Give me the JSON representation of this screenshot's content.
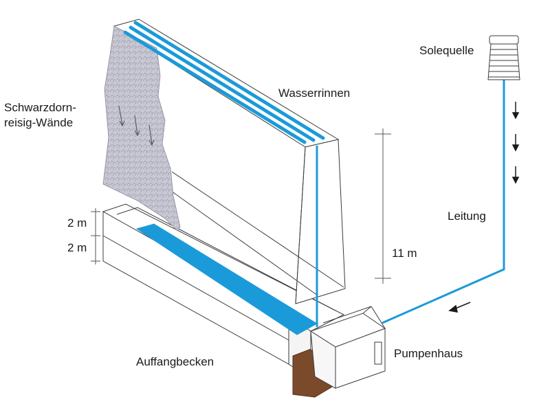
{
  "labels": {
    "solequelle": "Solequelle",
    "wasserrinnen": "Wasserrinnen",
    "schwarzdorn_line1": "Schwarzdorn-",
    "schwarzdorn_line2": "reisig-Wände",
    "leitung": "Leitung",
    "height_total": "11 m",
    "basin_upper": "2 m",
    "basin_lower": "2 m",
    "auffangbecken": "Auffangbecken",
    "pumpenhaus": "Pumpenhaus"
  },
  "colors": {
    "water": "#1b9ad9",
    "outline": "#3a3a3a",
    "thorn_wall": "#c9c9d6",
    "earth": "#7a4a2a"
  },
  "icons": {
    "source": "spring-tower-icon",
    "flow": "down-arrow-icon"
  }
}
